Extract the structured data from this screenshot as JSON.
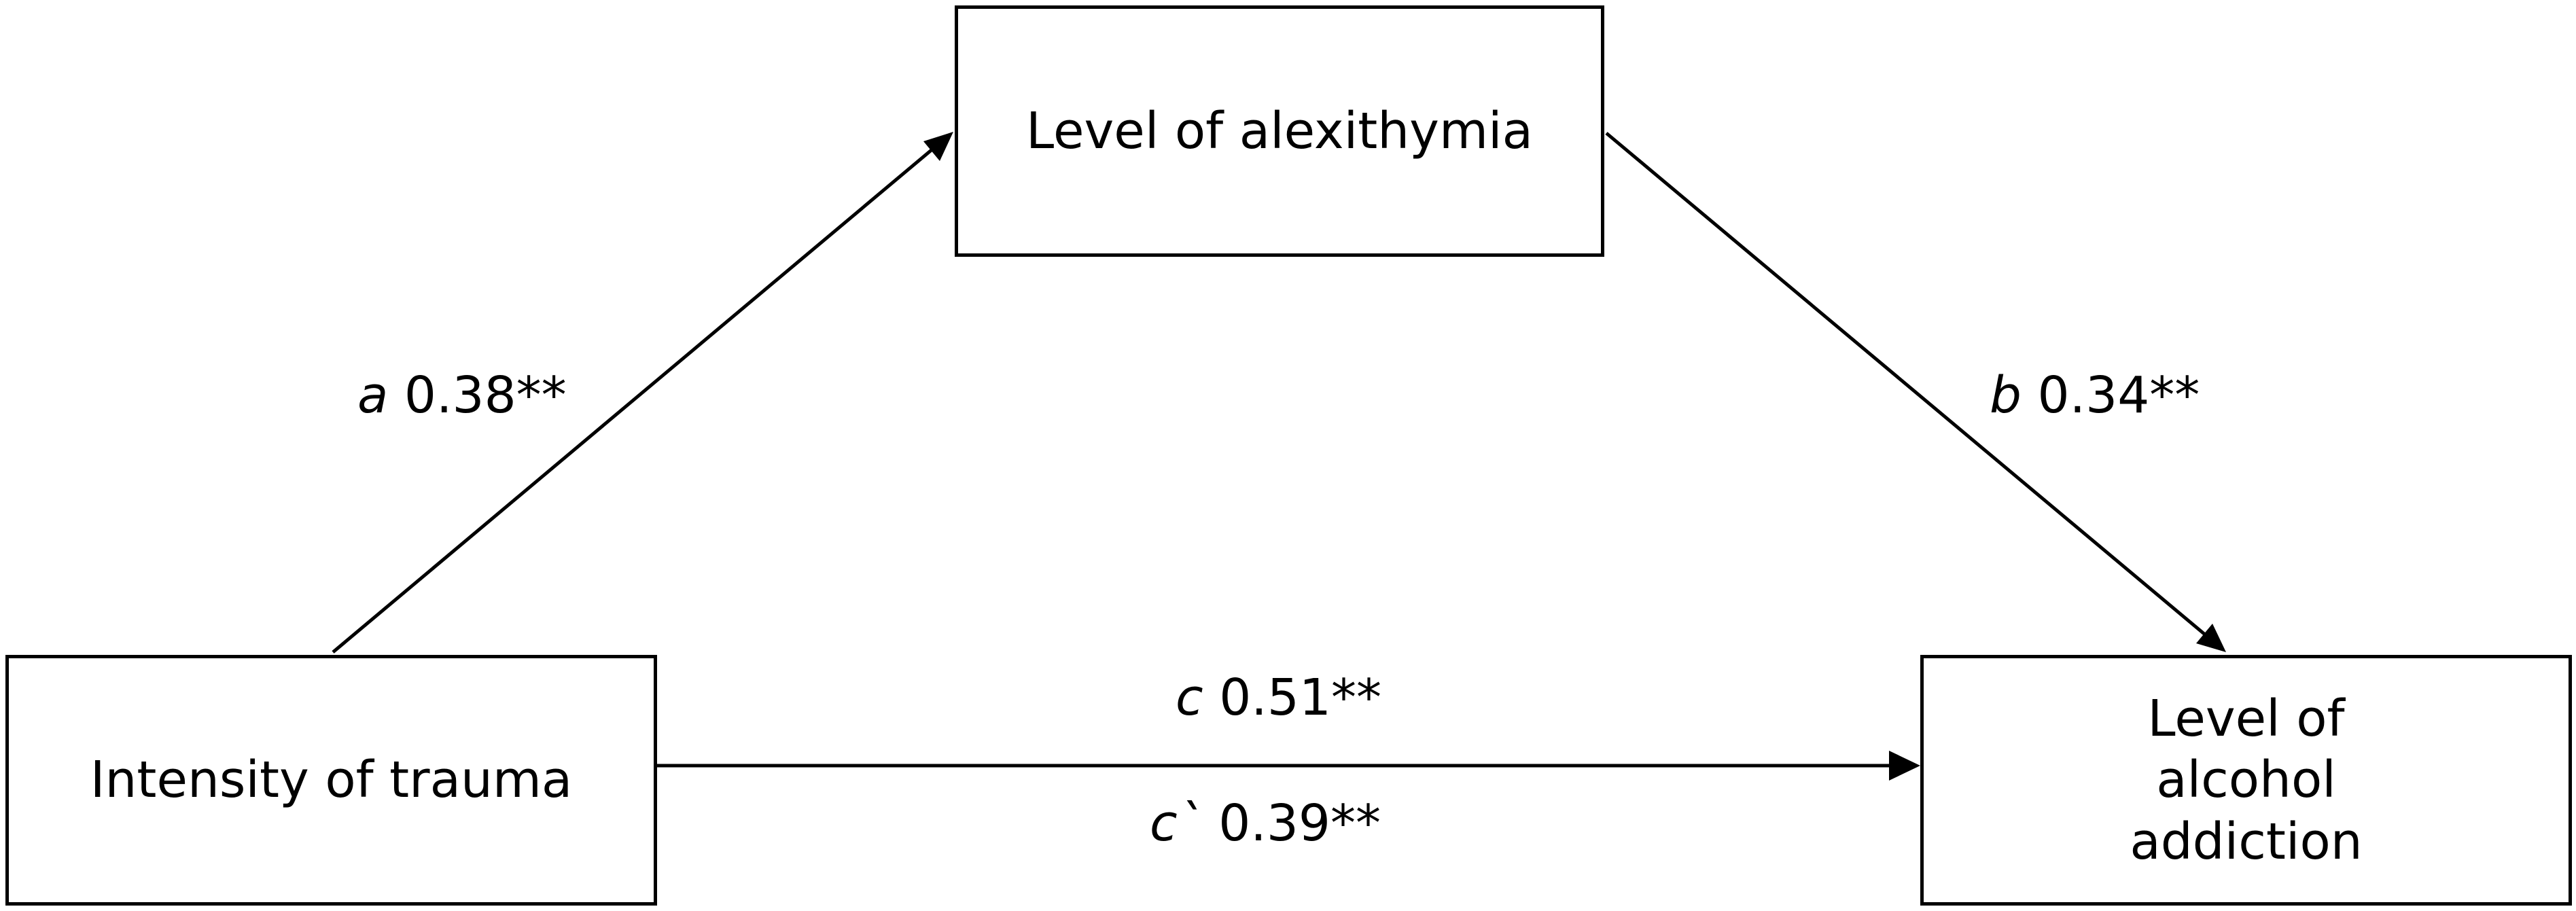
{
  "nodes": {
    "mediator": {
      "label": "Level of alexithymia"
    },
    "predictor": {
      "label": "Intensity of trauma"
    },
    "outcome": {
      "label": "Level of alcohol addiction"
    }
  },
  "paths": {
    "a": {
      "letter": "a",
      "value": "0.38**"
    },
    "b": {
      "letter": "b",
      "value": "0.34**"
    },
    "c": {
      "letter": "c",
      "value": "0.51**"
    },
    "c_prime": {
      "letter": "c`",
      "value": "0.39**"
    }
  },
  "colors": {
    "line": "#000000",
    "box_border": "#000000",
    "background": "#ffffff"
  }
}
